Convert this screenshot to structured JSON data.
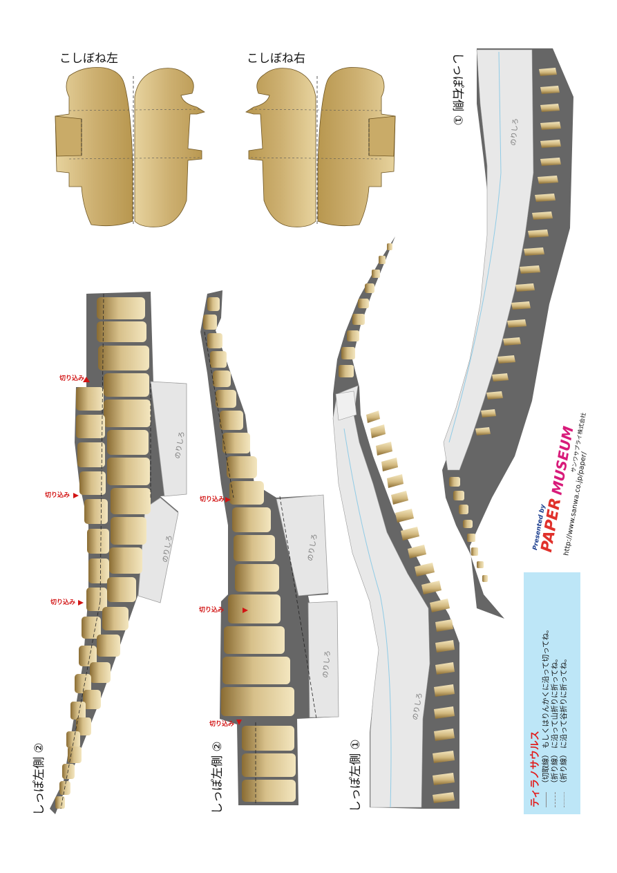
{
  "parts": {
    "hip_left": "こしぼね左",
    "hip_right": "こしぼね右",
    "tail_left_2_a": "しっぽ左側 ②",
    "tail_left_2_b": "しっぽ左側 ②",
    "tail_left_1": "しっぽ左側 ①",
    "tail_right_1": "しっぽ右側 ①"
  },
  "marks": {
    "cut_in": "切り込み",
    "glue_tab": "のりしろ"
  },
  "legend": {
    "title": "ティラノサウルス",
    "rows": [
      {
        "line": "solid",
        "term": "（切取線）",
        "text": "もしくはりんかくに沿って切ってね。"
      },
      {
        "line": "dash",
        "term": "（折り線）",
        "text": "に沿って山折りに折ってね。"
      },
      {
        "line": "dot",
        "term": "（折り線）",
        "text": "に沿って谷折りに折ってね。"
      }
    ]
  },
  "logo": {
    "presented": "Presented by",
    "brand_a": "PAPER",
    "brand_b": "MUSEUM",
    "company": "サンワサプライ株式会社",
    "url": "http://www.sanwa.co.jp/paper/"
  },
  "colors": {
    "bone_light": "#efe0b4",
    "bone_dark": "#8a6c33",
    "tab_gray": "#6d6d6d",
    "glue_white": "#e9e9e9",
    "cut_red": "#d21414",
    "legend_bg": "#bde6f7",
    "logo_red": "#e0312b",
    "logo_blue": "#1d3f8f",
    "logo_magenta": "#d81b7a"
  }
}
